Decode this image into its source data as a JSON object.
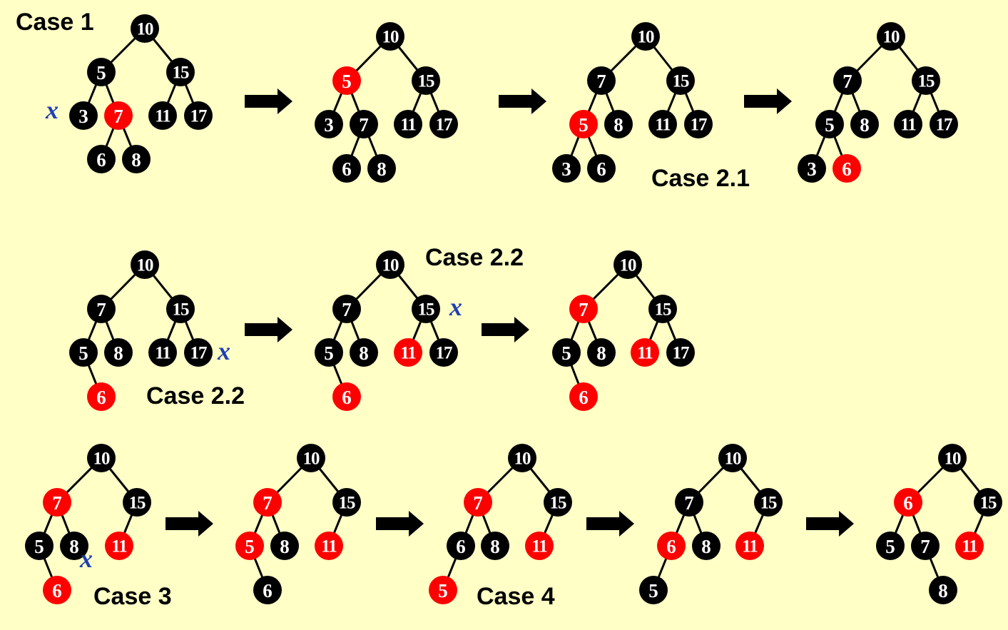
{
  "labels": {
    "case1": "Case 1",
    "case21": "Case 2.1",
    "case22_top": "Case 2.2",
    "case22_bottom": "Case 2.2",
    "case3": "Case 3",
    "case4": "Case 4",
    "x_marker": "x"
  },
  "colors": {
    "black": "#000000",
    "red": "#ff0000",
    "background": "#FFFFC6",
    "x_marker": "#1f3fb5"
  },
  "trees": [
    {
      "id": "t1",
      "nodes": [
        [
          "10",
          "black"
        ],
        [
          "5",
          "black"
        ],
        [
          "15",
          "black"
        ],
        [
          "3",
          "black"
        ],
        [
          "7",
          "red"
        ],
        [
          "11",
          "black"
        ],
        [
          "17",
          "black"
        ],
        [
          "6",
          "black"
        ],
        [
          "8",
          "black"
        ]
      ],
      "edges": [
        [
          0,
          1
        ],
        [
          0,
          2
        ],
        [
          1,
          3
        ],
        [
          1,
          4
        ],
        [
          2,
          5
        ],
        [
          2,
          6
        ],
        [
          4,
          7
        ],
        [
          4,
          8
        ]
      ]
    },
    {
      "id": "t2",
      "nodes": [
        [
          "10",
          "black"
        ],
        [
          "5",
          "red"
        ],
        [
          "15",
          "black"
        ],
        [
          "3",
          "black"
        ],
        [
          "7",
          "black"
        ],
        [
          "11",
          "black"
        ],
        [
          "17",
          "black"
        ],
        [
          "6",
          "black"
        ],
        [
          "8",
          "black"
        ]
      ],
      "edges": [
        [
          0,
          1
        ],
        [
          0,
          2
        ],
        [
          1,
          3
        ],
        [
          1,
          4
        ],
        [
          2,
          5
        ],
        [
          2,
          6
        ],
        [
          4,
          7
        ],
        [
          4,
          8
        ]
      ]
    },
    {
      "id": "t3",
      "nodes": [
        [
          "10",
          "black"
        ],
        [
          "7",
          "black"
        ],
        [
          "15",
          "black"
        ],
        [
          "5",
          "red"
        ],
        [
          "8",
          "black"
        ],
        [
          "11",
          "black"
        ],
        [
          "17",
          "black"
        ],
        [
          "3",
          "black"
        ],
        [
          "6",
          "black"
        ]
      ],
      "edges": [
        [
          0,
          1
        ],
        [
          0,
          2
        ],
        [
          1,
          3
        ],
        [
          1,
          4
        ],
        [
          2,
          5
        ],
        [
          2,
          6
        ],
        [
          3,
          7
        ],
        [
          3,
          8
        ]
      ]
    },
    {
      "id": "t4",
      "nodes": [
        [
          "10",
          "black"
        ],
        [
          "7",
          "black"
        ],
        [
          "15",
          "black"
        ],
        [
          "5",
          "black"
        ],
        [
          "8",
          "black"
        ],
        [
          "11",
          "black"
        ],
        [
          "17",
          "black"
        ],
        [
          "3",
          "black"
        ],
        [
          "6",
          "red"
        ]
      ],
      "edges": [
        [
          0,
          1
        ],
        [
          0,
          2
        ],
        [
          1,
          3
        ],
        [
          1,
          4
        ],
        [
          2,
          5
        ],
        [
          2,
          6
        ],
        [
          3,
          7
        ],
        [
          3,
          8
        ]
      ]
    },
    {
      "id": "t5",
      "nodes": [
        [
          "10",
          "black"
        ],
        [
          "7",
          "black"
        ],
        [
          "15",
          "black"
        ],
        [
          "5",
          "black"
        ],
        [
          "8",
          "black"
        ],
        [
          "11",
          "black"
        ],
        [
          "17",
          "black"
        ],
        [
          "6",
          "red"
        ]
      ],
      "edges": [
        [
          0,
          1
        ],
        [
          0,
          2
        ],
        [
          1,
          3
        ],
        [
          1,
          4
        ],
        [
          2,
          5
        ],
        [
          2,
          6
        ],
        [
          3,
          7
        ]
      ]
    },
    {
      "id": "t6",
      "nodes": [
        [
          "10",
          "black"
        ],
        [
          "7",
          "black"
        ],
        [
          "15",
          "black"
        ],
        [
          "5",
          "black"
        ],
        [
          "8",
          "black"
        ],
        [
          "11",
          "red"
        ],
        [
          "17",
          "black"
        ],
        [
          "6",
          "red"
        ]
      ],
      "edges": [
        [
          0,
          1
        ],
        [
          0,
          2
        ],
        [
          1,
          3
        ],
        [
          1,
          4
        ],
        [
          2,
          5
        ],
        [
          2,
          6
        ],
        [
          3,
          7
        ]
      ]
    },
    {
      "id": "t7",
      "nodes": [
        [
          "10",
          "black"
        ],
        [
          "7",
          "red"
        ],
        [
          "15",
          "black"
        ],
        [
          "5",
          "black"
        ],
        [
          "8",
          "black"
        ],
        [
          "11",
          "red"
        ],
        [
          "17",
          "black"
        ],
        [
          "6",
          "red"
        ]
      ],
      "edges": [
        [
          0,
          1
        ],
        [
          0,
          2
        ],
        [
          1,
          3
        ],
        [
          1,
          4
        ],
        [
          2,
          5
        ],
        [
          2,
          6
        ],
        [
          3,
          7
        ]
      ]
    },
    {
      "id": "t8",
      "nodes": [
        [
          "10",
          "black"
        ],
        [
          "7",
          "red"
        ],
        [
          "15",
          "black"
        ],
        [
          "5",
          "black"
        ],
        [
          "8",
          "black"
        ],
        [
          "11",
          "red"
        ],
        [
          "6",
          "red"
        ]
      ],
      "edges": [
        [
          0,
          1
        ],
        [
          0,
          2
        ],
        [
          1,
          3
        ],
        [
          1,
          4
        ],
        [
          2,
          5
        ],
        [
          3,
          6
        ]
      ]
    },
    {
      "id": "t9",
      "nodes": [
        [
          "10",
          "black"
        ],
        [
          "7",
          "red"
        ],
        [
          "15",
          "black"
        ],
        [
          "5",
          "red"
        ],
        [
          "8",
          "black"
        ],
        [
          "11",
          "red"
        ],
        [
          "6",
          "black"
        ]
      ],
      "edges": [
        [
          0,
          1
        ],
        [
          0,
          2
        ],
        [
          1,
          3
        ],
        [
          1,
          4
        ],
        [
          2,
          5
        ],
        [
          3,
          6
        ]
      ]
    },
    {
      "id": "t10",
      "nodes": [
        [
          "10",
          "black"
        ],
        [
          "7",
          "red"
        ],
        [
          "15",
          "black"
        ],
        [
          "6",
          "black"
        ],
        [
          "8",
          "black"
        ],
        [
          "11",
          "red"
        ],
        [
          "5",
          "red"
        ]
      ],
      "edges": [
        [
          0,
          1
        ],
        [
          0,
          2
        ],
        [
          1,
          3
        ],
        [
          1,
          4
        ],
        [
          2,
          5
        ],
        [
          3,
          6
        ]
      ]
    },
    {
      "id": "t11",
      "nodes": [
        [
          "10",
          "black"
        ],
        [
          "7",
          "black"
        ],
        [
          "15",
          "black"
        ],
        [
          "6",
          "red"
        ],
        [
          "8",
          "black"
        ],
        [
          "11",
          "red"
        ],
        [
          "5",
          "black"
        ]
      ],
      "edges": [
        [
          0,
          1
        ],
        [
          0,
          2
        ],
        [
          1,
          3
        ],
        [
          1,
          4
        ],
        [
          2,
          5
        ],
        [
          3,
          6
        ]
      ]
    },
    {
      "id": "t12",
      "nodes": [
        [
          "10",
          "black"
        ],
        [
          "6",
          "red"
        ],
        [
          "15",
          "black"
        ],
        [
          "5",
          "black"
        ],
        [
          "7",
          "black"
        ],
        [
          "11",
          "red"
        ],
        [
          "8",
          "black"
        ]
      ],
      "edges": [
        [
          0,
          1
        ],
        [
          0,
          2
        ],
        [
          1,
          3
        ],
        [
          1,
          4
        ],
        [
          2,
          5
        ],
        [
          4,
          6
        ]
      ]
    }
  ]
}
